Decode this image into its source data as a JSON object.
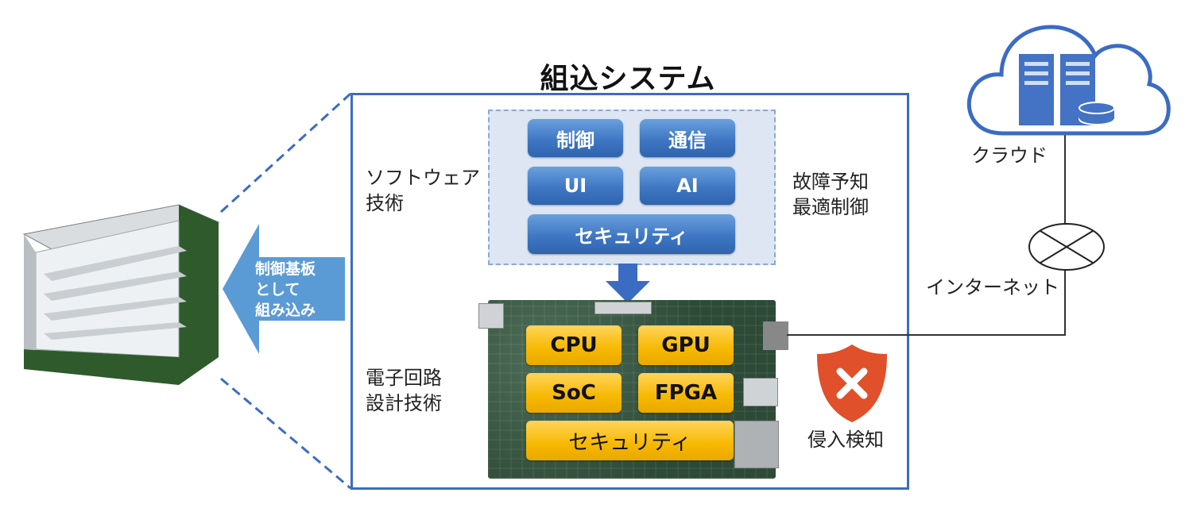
{
  "title": "組込システム",
  "software": {
    "label_line1": "ソフトウェア",
    "label_line2": "技術",
    "modules": [
      "制御",
      "通信",
      "UI",
      "AI"
    ],
    "security": "セキュリティ"
  },
  "hardware": {
    "label_line1": "電子回路",
    "label_line2": "設計技術",
    "chips": [
      "CPU",
      "GPU",
      "SoC",
      "FPGA"
    ],
    "security": "セキュリティ"
  },
  "features": {
    "line1": "故障予知",
    "line2": "最適制御"
  },
  "intrusion": {
    "label": "侵入検知"
  },
  "embed_arrow": {
    "line1": "制御基板",
    "line2": "として",
    "line3": "組み込み"
  },
  "network": {
    "cloud_label": "クラウド",
    "internet_label": "インターネット"
  },
  "colors": {
    "frame_blue": "#3b6cc4",
    "module_blue": "#3f77c4",
    "chip_yellow": "#f7b800",
    "shield_red": "#e0502a",
    "arrow_blue": "#5b9bd5",
    "cabinet_green": "#2e5a2c"
  }
}
